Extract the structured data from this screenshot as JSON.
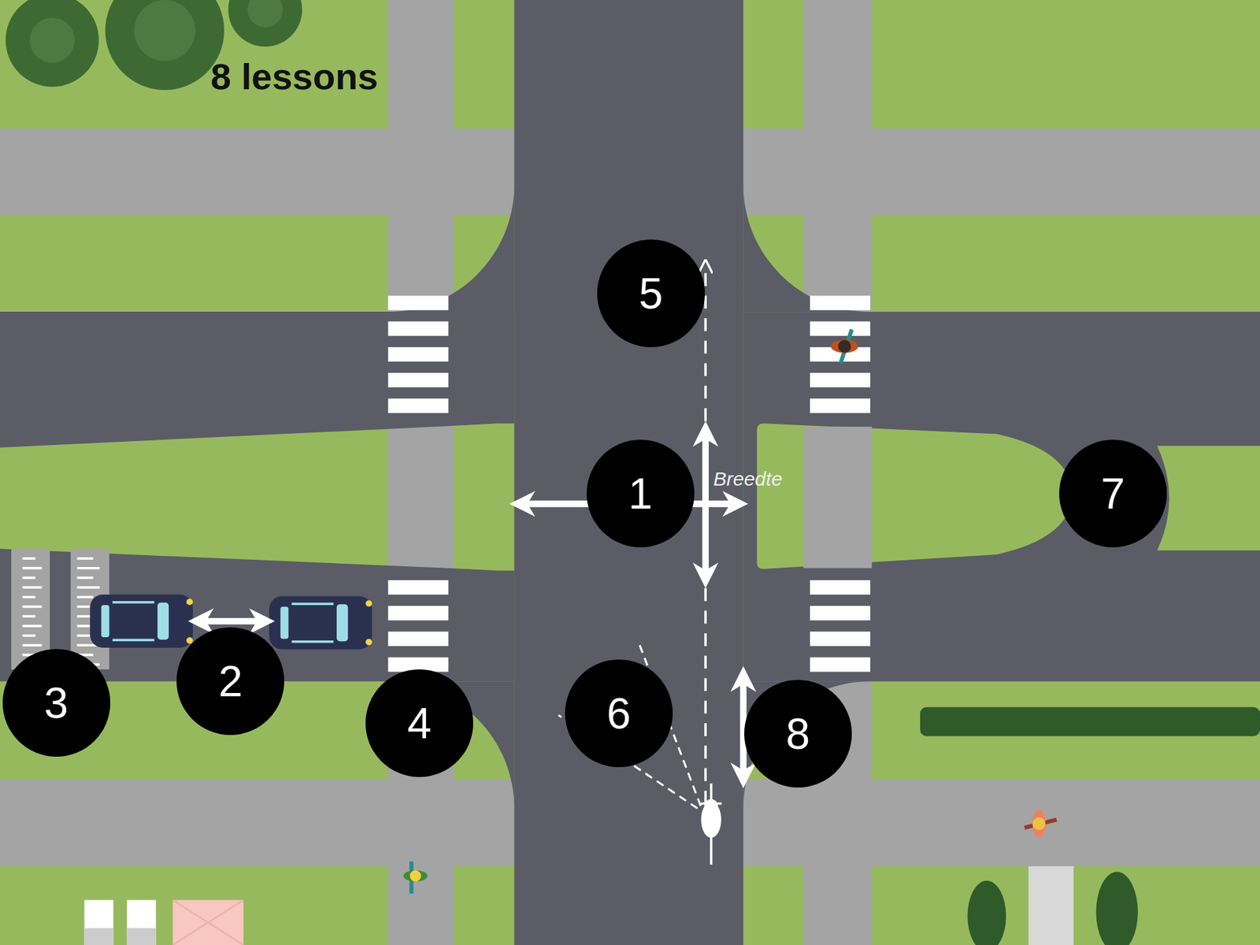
{
  "diagram": {
    "title": "8 lessons",
    "nodes": [
      {
        "text": [
          "1"
        ]
      },
      {
        "text": [
          "2"
        ]
      },
      {
        "text": [
          "3"
        ]
      },
      {
        "text": [
          "4"
        ]
      },
      {
        "text": [
          "5"
        ]
      },
      {
        "text": [
          "6"
        ]
      },
      {
        "text": [
          "7"
        ]
      },
      {
        "text": [
          "8"
        ]
      }
    ],
    "labels": [
      "Breedte"
    ]
  }
}
